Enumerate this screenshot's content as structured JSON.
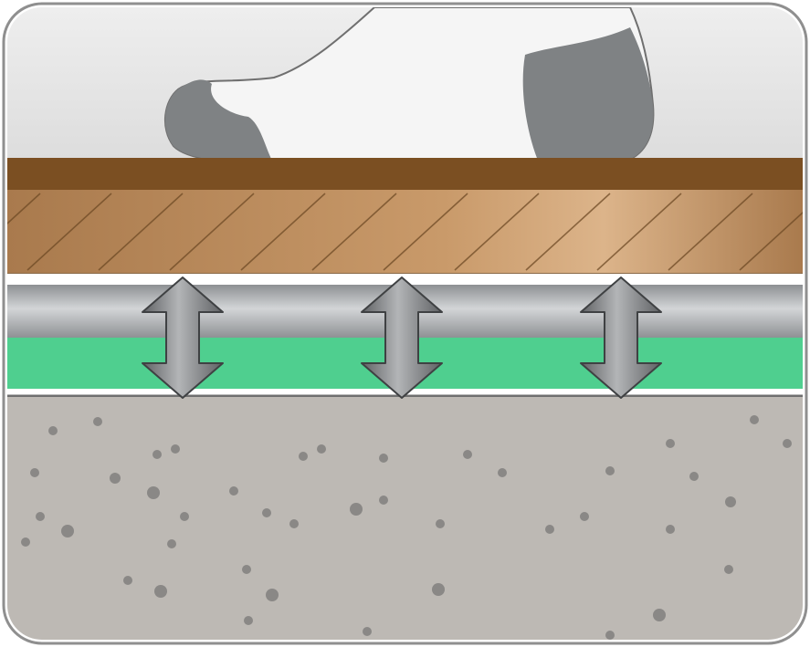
{
  "diagram": {
    "layers": [
      {
        "id": "foot",
        "description_icon": "sock-foot-icon"
      },
      {
        "id": "wood-flooring"
      },
      {
        "id": "foam-underlayment"
      },
      {
        "id": "green-membrane"
      },
      {
        "id": "concrete-subfloor"
      }
    ],
    "arrows_count": 3,
    "colors": {
      "frame_border": "#9a9a9a",
      "background": "#e6e6e6",
      "wood_top": "#7b4f22",
      "wood_grain": "#c89a6a",
      "foam": "#a7a9ab",
      "membrane": "#4fcf8f",
      "concrete": "#bfbbb6",
      "arrow": "#7d7f82",
      "sock": "#f4f4f4",
      "sock_heel_toe": "#7f8284"
    }
  }
}
